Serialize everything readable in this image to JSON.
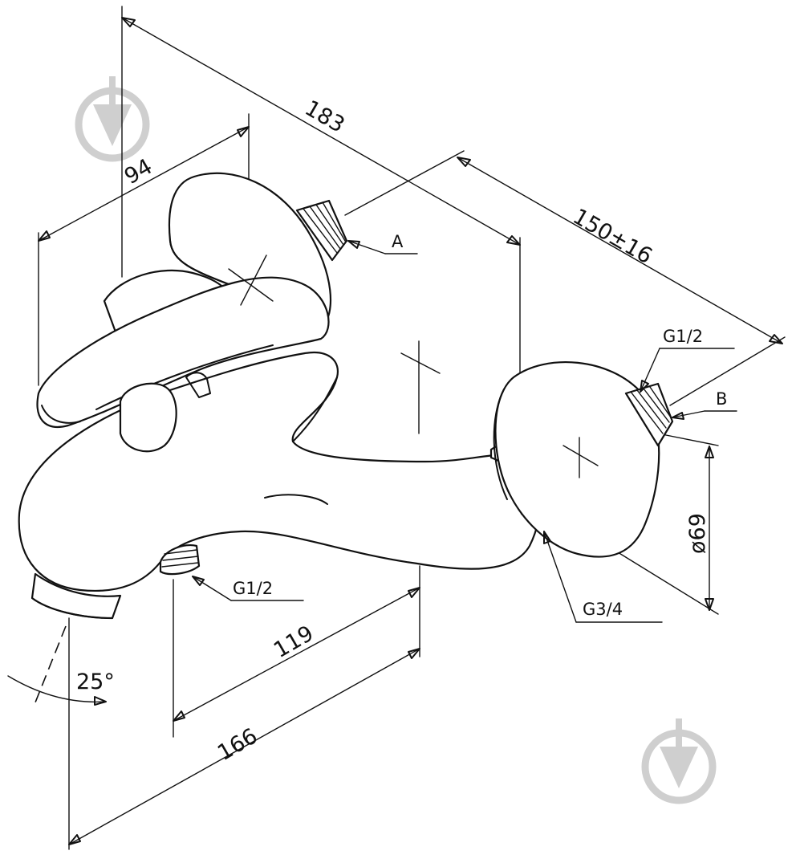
{
  "dimensions": {
    "overall_depth": "183",
    "handle_offset": "94",
    "center_distance": "150±16",
    "spout_to_center": "119",
    "overall_length": "166",
    "flange_diameter": "ø69",
    "spout_angle": "25°"
  },
  "callouts": {
    "inlet_a": "A",
    "inlet_b": "B",
    "thread_inlet_b": "G1/2",
    "thread_outlet": "G1/2",
    "thread_eccentric": "G3/4"
  },
  "colors": {
    "line": "#111111",
    "watermark": "#cfcfcf",
    "background": "#ffffff"
  },
  "watermark_icons": [
    "shield-arrow-icon",
    "shield-arrow-icon"
  ]
}
